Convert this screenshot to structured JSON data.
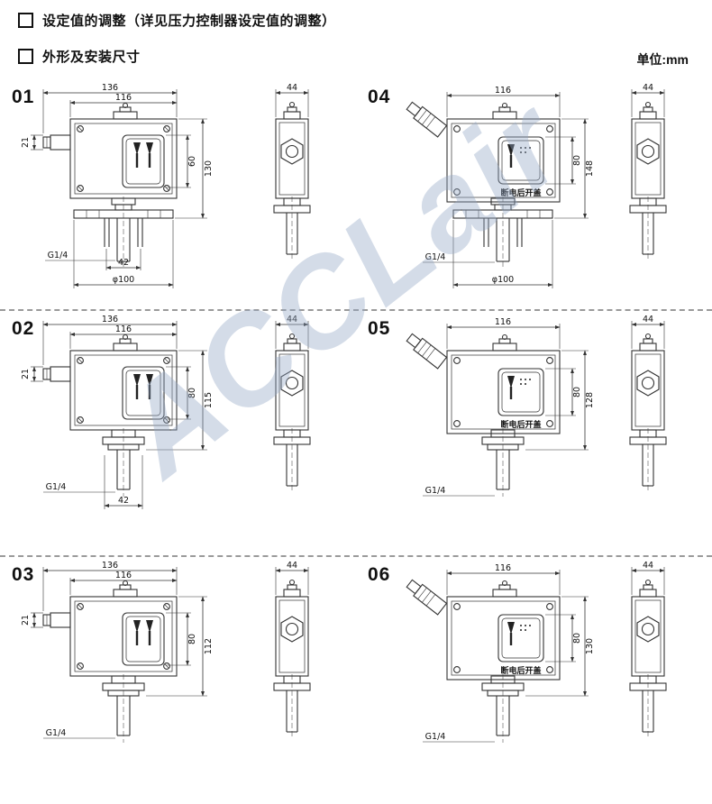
{
  "header": {
    "item1": "设定值的调整（详见压力控制器设定值的调整）",
    "item2": "外形及安装尺寸",
    "unit": "单位:mm"
  },
  "watermark": {
    "text": "ACCLair"
  },
  "figures": {
    "f01": {
      "num": "01",
      "top_outer": "136",
      "top_inner": "116",
      "left_offset": "21",
      "inner_h": "60",
      "total_h": "130",
      "thread": "G1/4",
      "pitch": "42",
      "flange": "φ100",
      "side_w": "44"
    },
    "f02": {
      "num": "02",
      "top_outer": "136",
      "top_inner": "116",
      "left_offset": "21",
      "inner_h": "80",
      "total_h": "115",
      "thread": "G1/4",
      "pitch": "42",
      "side_w": "44"
    },
    "f03": {
      "num": "03",
      "top_outer": "136",
      "top_inner": "116",
      "left_offset": "21",
      "inner_h": "80",
      "total_h": "112",
      "thread": "G1/4",
      "side_w": "44"
    },
    "f04": {
      "num": "04",
      "top_inner": "116",
      "inner_h": "80",
      "total_h": "148",
      "thread": "G1/4",
      "flange": "φ100",
      "side_w": "44",
      "cover_label": "断电后开盖"
    },
    "f05": {
      "num": "05",
      "top_inner": "116",
      "inner_h": "80",
      "total_h": "128",
      "thread": "G1/4",
      "side_w": "44",
      "cover_label": "断电后开盖"
    },
    "f06": {
      "num": "06",
      "top_inner": "116",
      "inner_h": "80",
      "total_h": "130",
      "thread": "G1/4",
      "side_w": "44",
      "cover_label": "断电后开盖"
    }
  }
}
